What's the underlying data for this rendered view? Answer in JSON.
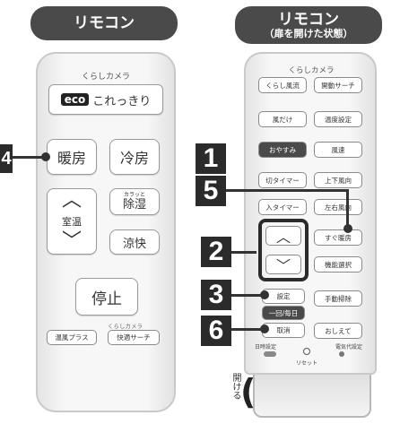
{
  "left": {
    "header": "リモコン",
    "brand_top": "くらしカメラ",
    "eco_badge": "eco",
    "eco_text": "これっきり",
    "callout_number": "4",
    "heat": "暖房",
    "cool": "冷房",
    "temp_label": "室温",
    "dry_small": "カラッと",
    "dry": "除湿",
    "cool_fast": "涼快",
    "stop": "停止",
    "brand_small": "くらしカメラ",
    "wind_plus": "温風プラス",
    "fast_search": "快適サーチ"
  },
  "right": {
    "header_line1": "リモコン",
    "header_line2": "（扉を開けた状態）",
    "brand_top": "くらしカメラ",
    "b_kurashi": "くらし風流",
    "b_sweep": "開動サーチ",
    "b_wind_only": "風だけ",
    "b_temp_set": "温度設定",
    "b_sleep": "おやすみ",
    "b_wind_speed": "風速",
    "b_off_timer": "切タイマー",
    "b_updown": "上下風向",
    "b_on_timer": "入タイマー",
    "b_leftright": "左右風向",
    "b_quick_heat": "すぐ暖房",
    "b_mode": "機能選択",
    "b_setting": "設定",
    "b_once_daily": "一回/毎日",
    "b_cancel": "取消",
    "b_manual_clean": "手動掃除",
    "b_teach": "おしえて",
    "small_left": "日時設定",
    "small_center": "リセット",
    "small_right": "電気代設定",
    "open_text": "開ける",
    "callouts": [
      "1",
      "5",
      "2",
      "3",
      "6"
    ]
  },
  "colors": {
    "header_bg": "#4a4a4a",
    "callout_bg": "#2b2b2b",
    "highlight_frame": "#2b2b2b"
  }
}
